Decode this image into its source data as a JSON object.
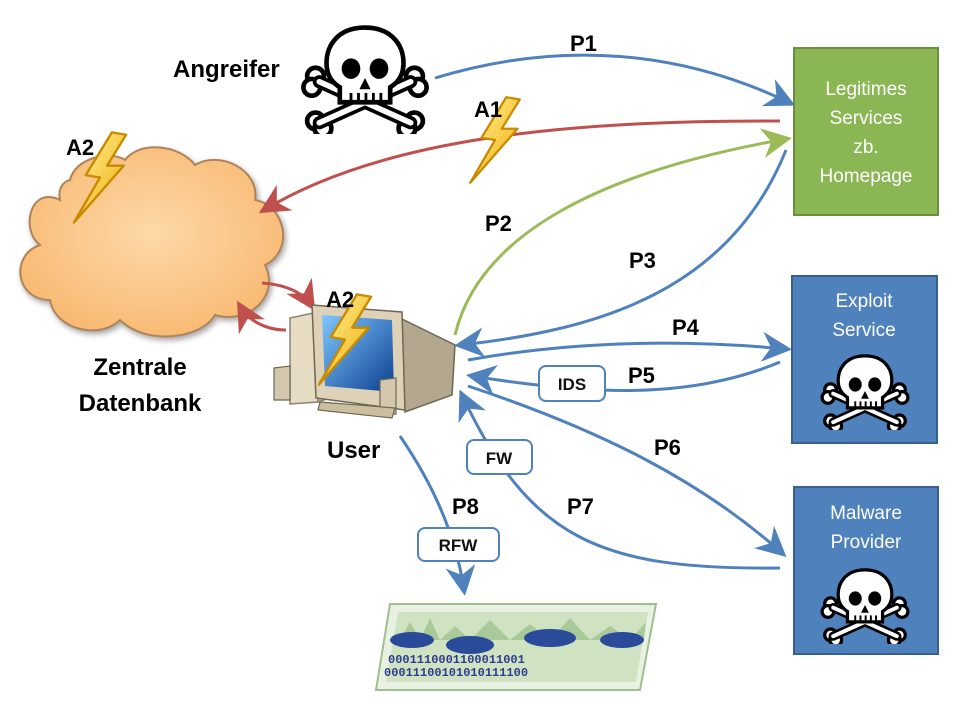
{
  "labels": {
    "attacker": "Angreifer",
    "user": "User",
    "db_line1": "Zentrale",
    "db_line2": "Datenbank",
    "a1": "A1",
    "a2_cloud": "A2",
    "a2_user": "A2"
  },
  "paths": {
    "p1": "P1",
    "p2": "P2",
    "p3": "P3",
    "p4": "P4",
    "p5": "P5",
    "p6": "P6",
    "p7": "P7",
    "p8": "P8"
  },
  "boxes": {
    "legit": [
      "Legitimes",
      "Services",
      "zb.",
      "Homepage"
    ],
    "exploit": [
      "Exploit",
      "Service"
    ],
    "malware": [
      "Malware",
      "Provider"
    ]
  },
  "tags": {
    "ids": "IDS",
    "fw": "FW",
    "rfw": "RFW"
  },
  "banner": {
    "row1": "0001110001100011001",
    "row2": "00011100101010111100"
  },
  "colors": {
    "blue_arrow": "#4f81bd",
    "red_arrow": "#c0504d",
    "green_arrow": "#9bbb59",
    "legit_box": "#8ab653",
    "threat_box": "#4f81bd",
    "cloud": "#fbc98d"
  }
}
